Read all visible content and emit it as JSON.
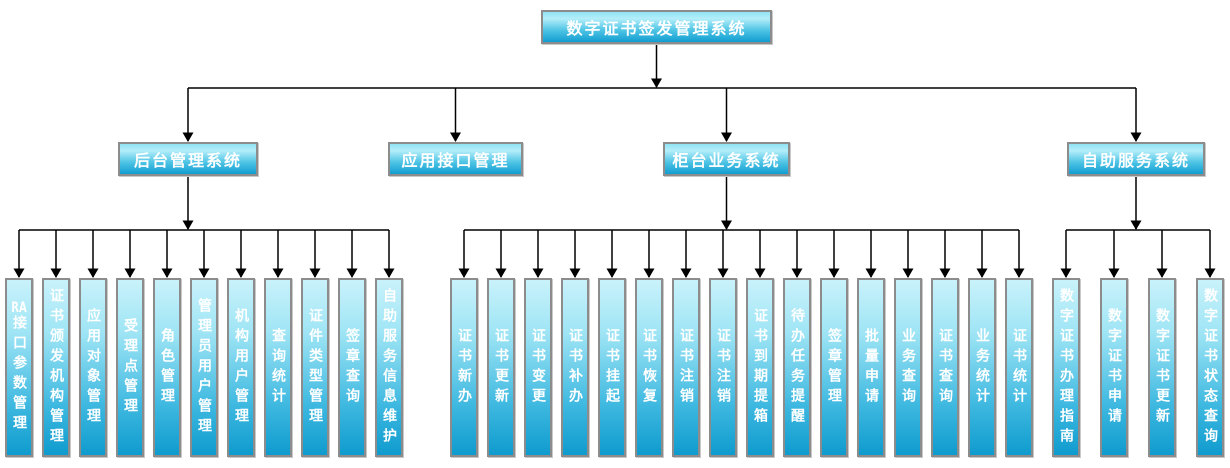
{
  "root": {
    "label": "数字证书签发管理系统"
  },
  "branches": [
    {
      "label": "后台管理系统",
      "children": [
        "RA接口参数管理",
        "证书颁发机构管理",
        "应用对象管理",
        "受理点管理",
        "角色管理",
        "管理员用户管理",
        "机构用户管理",
        "查询统计",
        "证件类型管理",
        "签章查询",
        "自助服务信息维护"
      ]
    },
    {
      "label": "应用接口管理",
      "children": []
    },
    {
      "label": "柜台业务系统",
      "children": [
        "证书新办",
        "证书更新",
        "证书变更",
        "证书补办",
        "证书挂起",
        "证书恢复",
        "证书注销",
        "证书注销",
        "证书到期提箱",
        "待办任务提醒",
        "签章管理",
        "批量申请",
        "业务查询",
        "证书查询",
        "业务统计",
        "证书统计"
      ]
    },
    {
      "label": "自助服务系统",
      "children": [
        "数字证书办理指南",
        "数字证书申请",
        "数字证书更新",
        "数字证书状态查询"
      ]
    }
  ],
  "colors": {
    "box_gradient_top": "#c9f2fb",
    "box_gradient_bottom": "#0f9bce",
    "box_border": "#8c8c8c",
    "text": "#ffffff",
    "connector_line": "#000000",
    "background": "#ffffff"
  }
}
